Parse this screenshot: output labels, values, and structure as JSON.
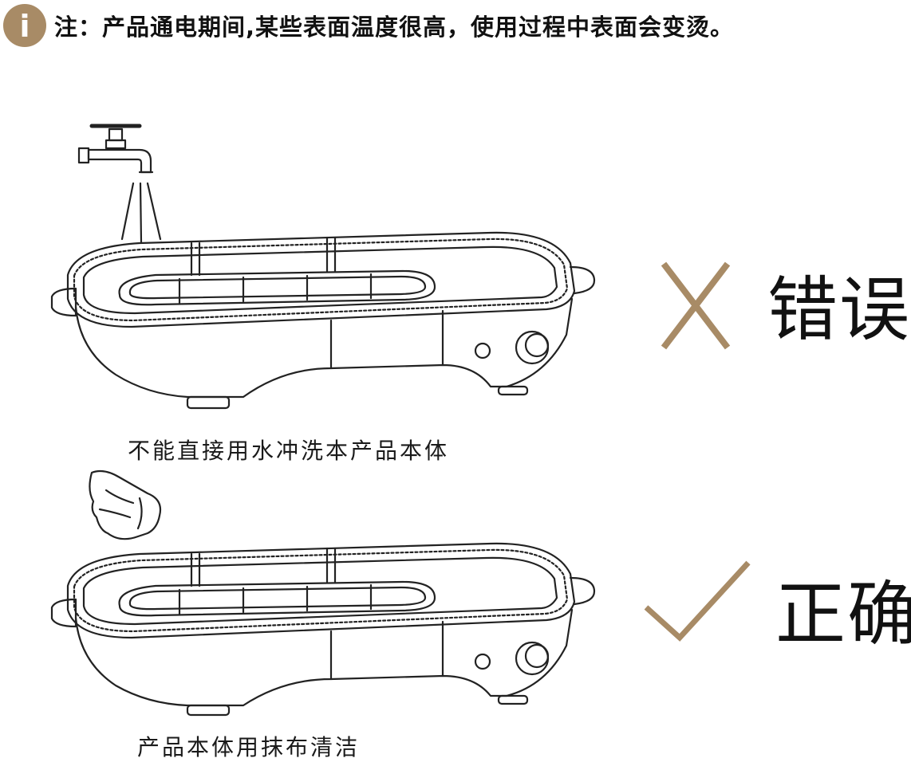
{
  "notice": {
    "icon": "info-icon",
    "icon_letter": "i",
    "text": "注：产品通电期间,某些表面温度很高，使用过程中表面会变烫。"
  },
  "sections": [
    {
      "caption": "不能直接用水冲洗本产品本体",
      "verdict": "错误",
      "mark_icon": "x-icon",
      "illustration": "faucet-water-on-grill-illustration"
    },
    {
      "caption": "产品本体用抹布清洁",
      "verdict": "正确",
      "mark_icon": "checkmark-icon",
      "illustration": "cloth-wiping-grill-illustration"
    }
  ],
  "colors": {
    "accent": "#a88b66",
    "text": "#111111",
    "line": "#222222"
  }
}
